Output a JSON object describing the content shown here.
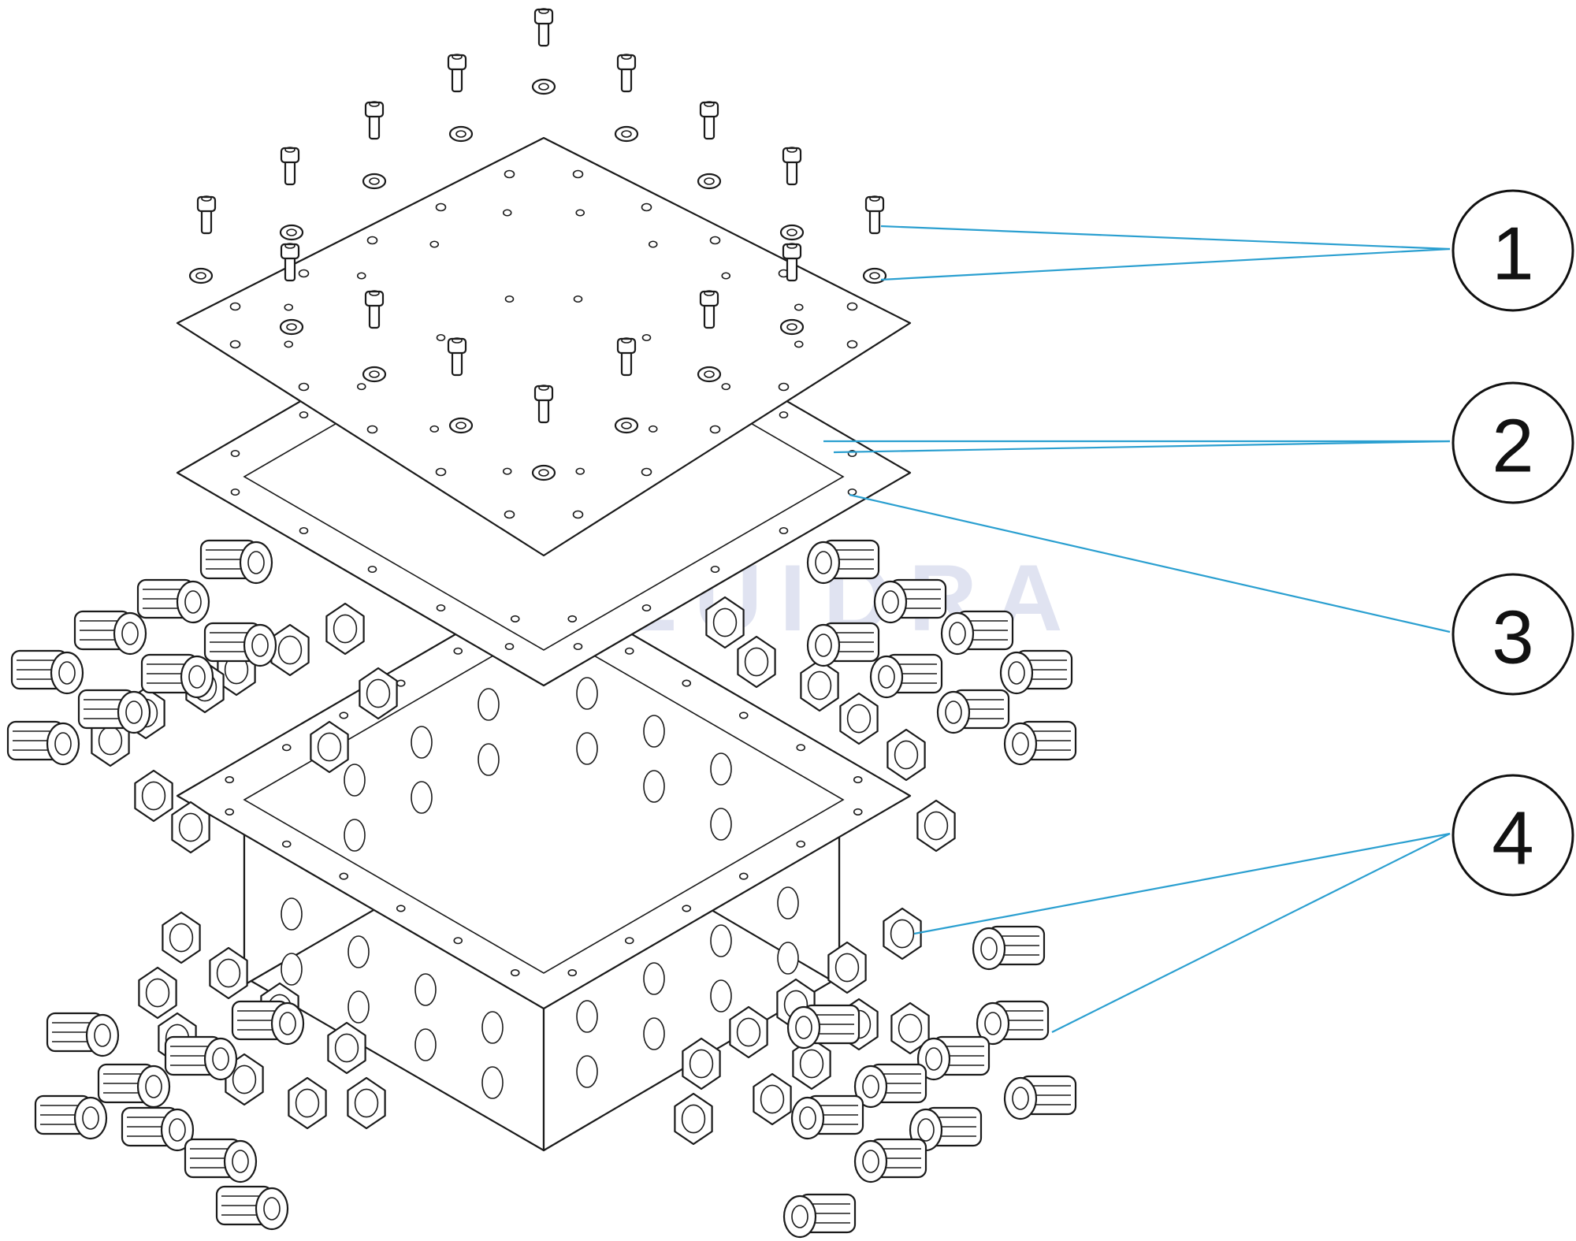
{
  "watermark": "FLUIDRA",
  "callouts": [
    {
      "id": "1",
      "label": "1"
    },
    {
      "id": "2",
      "label": "2"
    },
    {
      "id": "3",
      "label": "3"
    },
    {
      "id": "4",
      "label": "4"
    }
  ],
  "colors": {
    "line": "#1a1a1a",
    "leader": "#2a9fd0",
    "watermark": "#c8cde6"
  }
}
